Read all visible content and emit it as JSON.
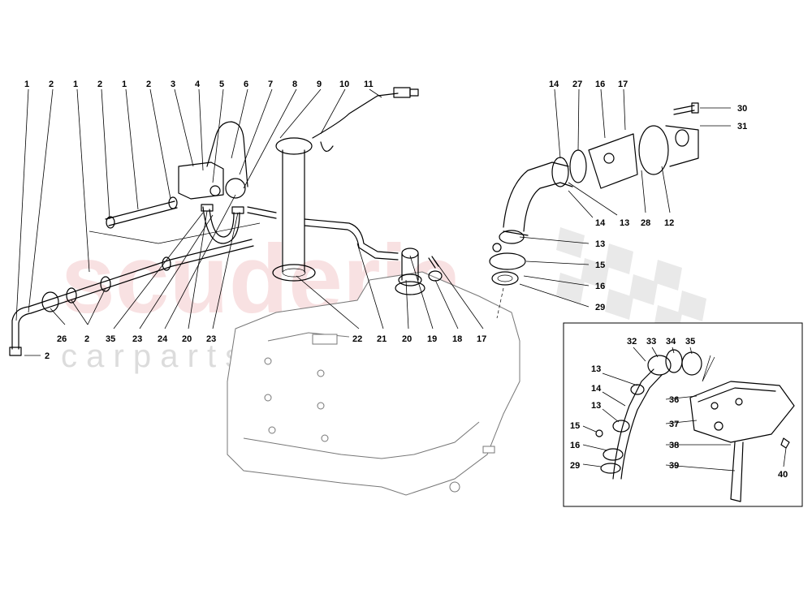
{
  "watermark": {
    "brand": "scuderia",
    "sub": "c a r   p a r t s",
    "brand_color": "#f3c9cc"
  },
  "callouts": [
    {
      "id": "l1",
      "text": "1"
    },
    {
      "id": "l2",
      "text": "2"
    },
    {
      "id": "l3",
      "text": "1"
    },
    {
      "id": "l4",
      "text": "2"
    },
    {
      "id": "l5",
      "text": "1"
    },
    {
      "id": "l6",
      "text": "2"
    },
    {
      "id": "l7",
      "text": "3"
    },
    {
      "id": "l8",
      "text": "4"
    },
    {
      "id": "l9",
      "text": "5"
    },
    {
      "id": "l10",
      "text": "6"
    },
    {
      "id": "l11",
      "text": "7"
    },
    {
      "id": "l12",
      "text": "8"
    },
    {
      "id": "l13",
      "text": "9"
    },
    {
      "id": "l14",
      "text": "10"
    },
    {
      "id": "l15",
      "text": "11"
    },
    {
      "id": "l16",
      "text": "14"
    },
    {
      "id": "l17",
      "text": "27"
    },
    {
      "id": "l18",
      "text": "16"
    },
    {
      "id": "l19",
      "text": "17"
    },
    {
      "id": "l20",
      "text": "30"
    },
    {
      "id": "l21",
      "text": "31"
    },
    {
      "id": "l22",
      "text": "14"
    },
    {
      "id": "l23",
      "text": "13"
    },
    {
      "id": "l24",
      "text": "28"
    },
    {
      "id": "l25",
      "text": "12"
    },
    {
      "id": "l26",
      "text": "13"
    },
    {
      "id": "l27",
      "text": "15"
    },
    {
      "id": "l28",
      "text": "16"
    },
    {
      "id": "l29",
      "text": "29"
    },
    {
      "id": "l30",
      "text": "26"
    },
    {
      "id": "l31",
      "text": "2"
    },
    {
      "id": "l32",
      "text": "35"
    },
    {
      "id": "l33",
      "text": "23"
    },
    {
      "id": "l34",
      "text": "24"
    },
    {
      "id": "l35",
      "text": "20"
    },
    {
      "id": "l36",
      "text": "23"
    },
    {
      "id": "l37",
      "text": "22"
    },
    {
      "id": "l38",
      "text": "21"
    },
    {
      "id": "l39",
      "text": "20"
    },
    {
      "id": "l40",
      "text": "19"
    },
    {
      "id": "l41",
      "text": "18"
    },
    {
      "id": "l42",
      "text": "17"
    },
    {
      "id": "l43",
      "text": "2"
    },
    {
      "id": "l44",
      "text": "32"
    },
    {
      "id": "l45",
      "text": "33"
    },
    {
      "id": "l46",
      "text": "34"
    },
    {
      "id": "l47",
      "text": "35"
    },
    {
      "id": "l48",
      "text": "13"
    },
    {
      "id": "l49",
      "text": "14"
    },
    {
      "id": "l50",
      "text": "36"
    },
    {
      "id": "l51",
      "text": "13"
    },
    {
      "id": "l52",
      "text": "37"
    },
    {
      "id": "l53",
      "text": "15"
    },
    {
      "id": "l54",
      "text": "16"
    },
    {
      "id": "l55",
      "text": "38"
    },
    {
      "id": "l56",
      "text": "29"
    },
    {
      "id": "l57",
      "text": "39"
    },
    {
      "id": "l58",
      "text": "40"
    }
  ]
}
